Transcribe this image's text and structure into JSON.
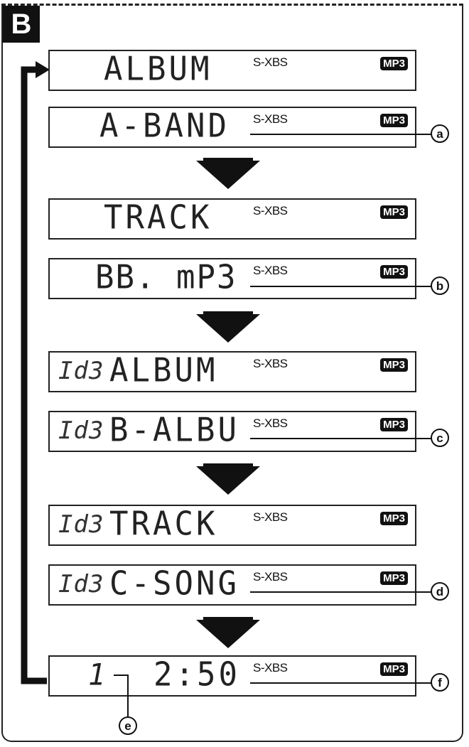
{
  "section_label": "B",
  "panels": [
    {
      "main": "ALBUM",
      "id3": "",
      "xbs": "S-XBS",
      "mp3": "MP3"
    },
    {
      "main": "A-BAND",
      "id3": "",
      "xbs": "S-XBS",
      "mp3": "MP3",
      "callout": "a"
    },
    {
      "main": "TRACK",
      "id3": "",
      "xbs": "S-XBS",
      "mp3": "MP3"
    },
    {
      "main": "BB. mP3",
      "id3": "",
      "xbs": "S-XBS",
      "mp3": "MP3",
      "callout": "b"
    },
    {
      "main": "ALBUM",
      "id3": "Id3",
      "xbs": "S-XBS",
      "mp3": "MP3"
    },
    {
      "main": "B-ALBU",
      "id3": "Id3",
      "xbs": "S-XBS",
      "mp3": "MP3",
      "callout": "c"
    },
    {
      "main": "TRACK",
      "id3": "Id3",
      "xbs": "S-XBS",
      "mp3": "MP3"
    },
    {
      "main": "C-SONG",
      "id3": "Id3",
      "xbs": "S-XBS",
      "mp3": "MP3",
      "callout": "d"
    },
    {
      "main": "2:50",
      "track_no": "1",
      "xbs": "S-XBS",
      "mp3": "MP3",
      "callout": "f",
      "callout2": "e"
    }
  ]
}
